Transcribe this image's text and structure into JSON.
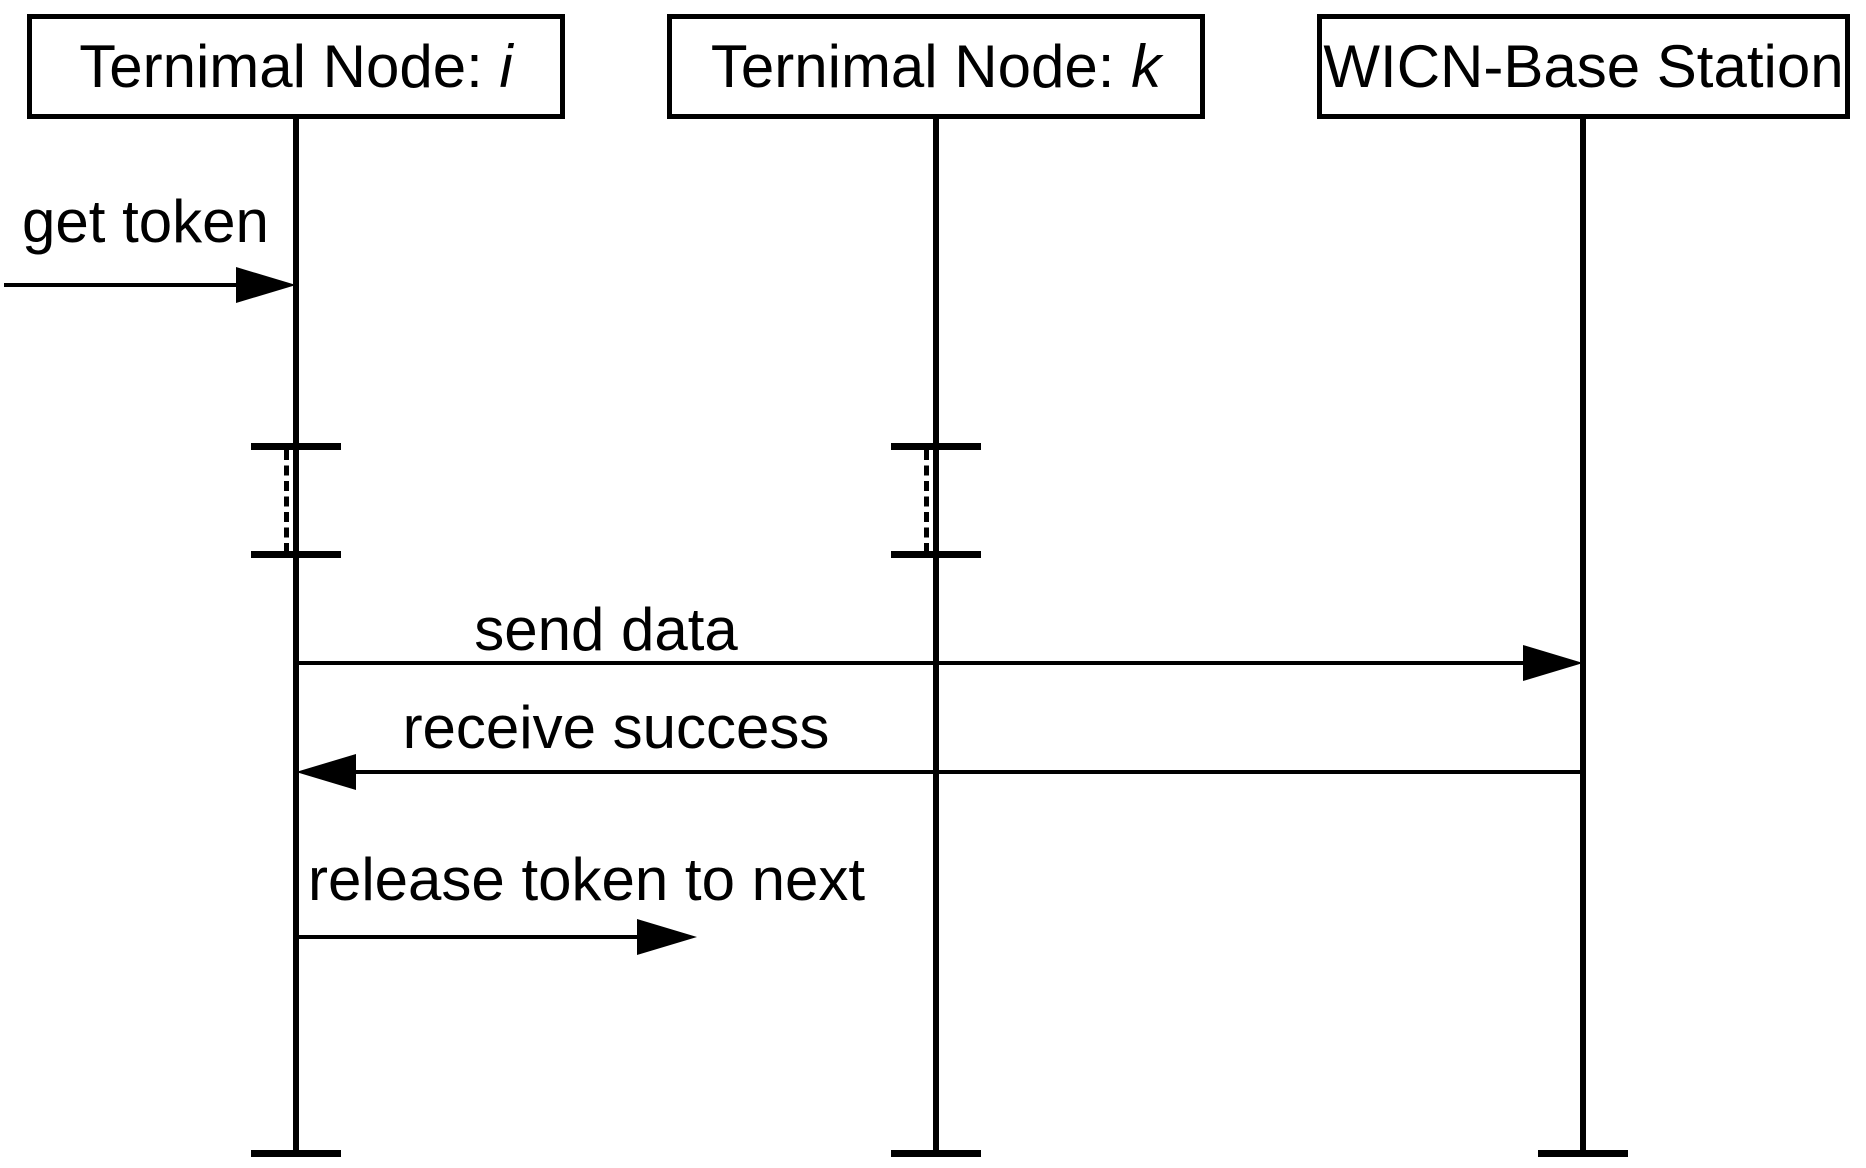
{
  "diagram": {
    "type": "sequence",
    "background_color": "#ffffff",
    "stroke_color": "#000000",
    "actors": [
      {
        "id": "terminal-node-i",
        "label": "Ternimal Node: ",
        "label_italic": "i"
      },
      {
        "id": "terminal-node-k",
        "label": "Ternimal Node: ",
        "label_italic": "k"
      },
      {
        "id": "wicn-base-station",
        "label": "WICN-Base Station",
        "label_italic": ""
      }
    ],
    "messages": [
      {
        "id": "get-token",
        "label": "get token",
        "from": "external-left",
        "to": "terminal-node-i",
        "direction": "right"
      },
      {
        "id": "send-data",
        "label": "send data",
        "from": "terminal-node-i",
        "to": "wicn-base-station",
        "direction": "right"
      },
      {
        "id": "receive-success",
        "label": "receive success",
        "from": "wicn-base-station",
        "to": "terminal-node-i",
        "direction": "left"
      },
      {
        "id": "release-token",
        "label": "release token to next",
        "from": "terminal-node-i",
        "to": "toward-terminal-node-k",
        "direction": "right"
      }
    ]
  }
}
